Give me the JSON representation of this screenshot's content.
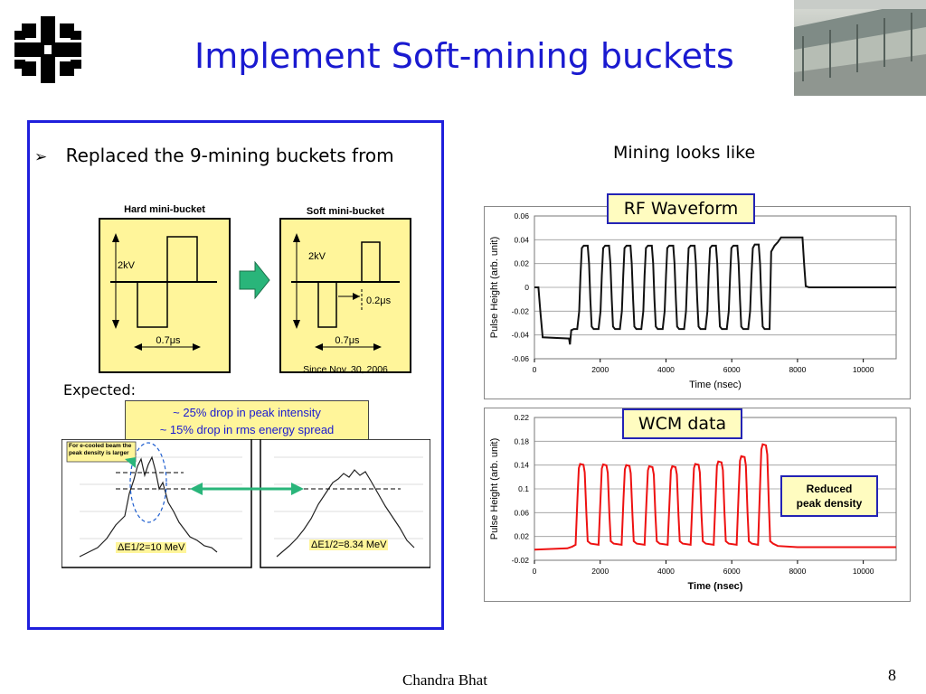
{
  "slide": {
    "title": "Implement Soft-mining buckets",
    "footer": "Chandra Bhat",
    "page_number": "8"
  },
  "left_panel": {
    "bullet_text": "Replaced the 9-mining buckets from",
    "hard_bucket": {
      "title": "Hard mini-bucket",
      "voltage": "2kV",
      "width": "0.7μs"
    },
    "soft_bucket": {
      "title": "Soft mini-bucket",
      "voltage": "2kV",
      "gap": "0.2μs",
      "width": "0.7μs",
      "note": "Since Nov. 30, 2006"
    },
    "expected_label": "Expected:",
    "expected_box": {
      "line1": "~ 25% drop in peak intensity",
      "line2": "~ 15% drop in rms energy spread"
    },
    "hist_left": {
      "annotation": "For e-cooled beam the peak density is larger",
      "energy": "ΔE1/2=10 MeV"
    },
    "hist_right": {
      "energy": "ΔE1/2=8.34 MeV"
    }
  },
  "right_panel": {
    "heading": "Mining looks like",
    "rf_label": "RF Waveform",
    "wcm_label": "WCM data",
    "reduced_label_line1": "Reduced",
    "reduced_label_line2": "peak density"
  },
  "colors": {
    "title": "#1a1ad0",
    "box_border": "#1f1fdc",
    "label_bg": "#fffcc0",
    "bucket_bg": "#fff59a",
    "arrow": "#29b57a",
    "wcm_trace": "#e11"
  },
  "chart_data": [
    {
      "type": "line",
      "title": "",
      "xlabel": "Time (nsec)",
      "ylabel": "Pulse Height (arb. unit)",
      "xlim": [
        0,
        11000
      ],
      "ylim": [
        -0.06,
        0.06
      ],
      "xticks": [
        0,
        2000,
        4000,
        6000,
        8000,
        10000
      ],
      "yticks": [
        0.06,
        0.04,
        0.02,
        0,
        -0.02,
        -0.04,
        -0.06
      ],
      "series": [
        {
          "x": [
            0,
            150,
            250,
            1000,
            1100,
            1200,
            1300,
            1500,
            1600,
            1650,
            1800,
            7000,
            7200,
            7500,
            8100,
            8200,
            11000
          ],
          "y": [
            0,
            0,
            -0.042,
            -0.042,
            -0.047,
            -0.035,
            -0.035,
            -0.035,
            0.035,
            0.035,
            -0.035,
            0.035,
            0.038,
            0.042,
            0.042,
            0,
            0
          ]
        }
      ]
    },
    {
      "type": "line",
      "title": "",
      "xlabel": "Time (nsec)",
      "ylabel": "Pulse Height (arb. unit)",
      "xlim": [
        0,
        11000
      ],
      "ylim": [
        -0.02,
        0.22
      ],
      "xticks": [
        0,
        2000,
        4000,
        6000,
        8000,
        10000
      ],
      "yticks": [
        0.22,
        0.18,
        0.14,
        0.1,
        0.06,
        0.02,
        -0.02
      ],
      "series": [
        {
          "peaks_x": [
            1450,
            2150,
            2850,
            3550,
            4250,
            4950,
            5650,
            6350,
            7000
          ],
          "peaks_y": [
            0.142,
            0.141,
            0.14,
            0.138,
            0.138,
            0.142,
            0.146,
            0.155,
            0.175
          ],
          "baseline": 0.0
        }
      ]
    }
  ]
}
